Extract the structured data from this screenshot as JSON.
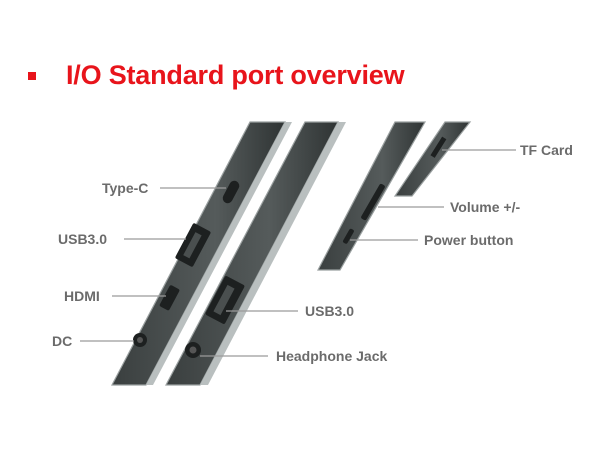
{
  "title": "I/O Standard port overview",
  "colors": {
    "accent": "#e8141b",
    "label": "#6b6b6b",
    "device_dark": "#3f4444",
    "device_edge": "#9aa0a0",
    "leader": "#9a9a9a"
  },
  "labels": {
    "type_c": "Type-C",
    "usb3_left": "USB3.0",
    "hdmi": "HDMI",
    "dc": "DC",
    "usb3_right": "USB3.0",
    "headphone": "Headphone Jack",
    "tf_card": "TF Card",
    "volume": "Volume +/-",
    "power": "Power button"
  }
}
